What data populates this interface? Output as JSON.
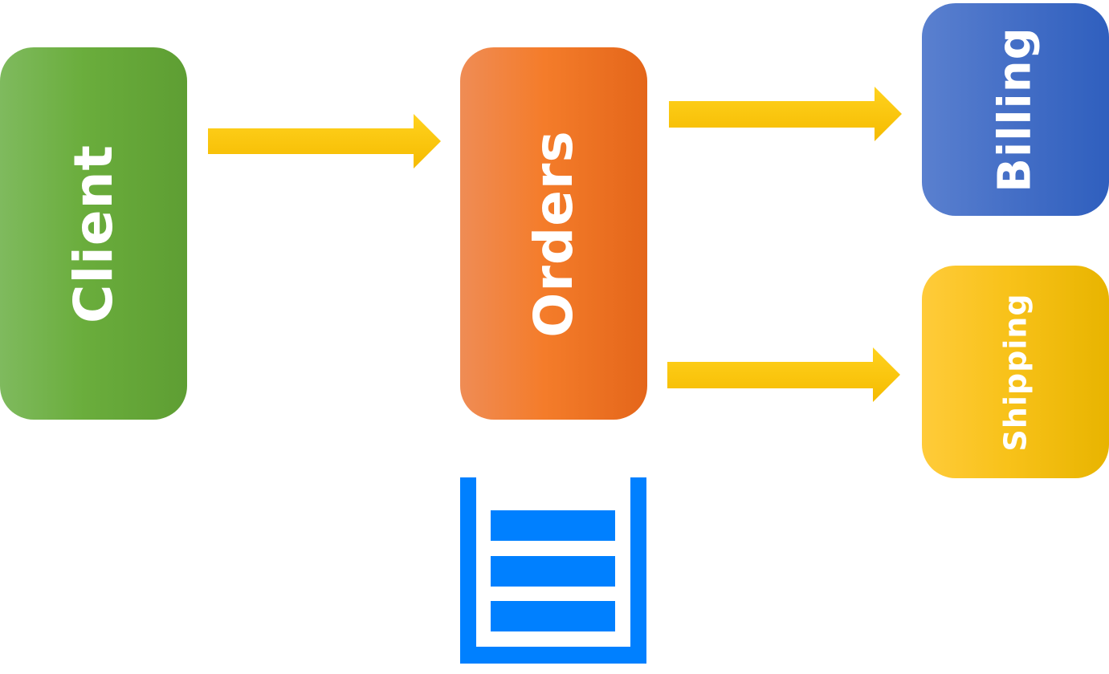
{
  "diagram": {
    "nodes": {
      "client": {
        "label": "Client",
        "color": "#6aad3c"
      },
      "orders": {
        "label": "Orders",
        "color": "#f47c2a"
      },
      "billing": {
        "label": "Billing",
        "color": "#4670c7"
      },
      "shipping": {
        "label": "Shipping",
        "color": "#f8c21a"
      }
    },
    "edges": [
      {
        "from": "Client",
        "to": "Orders"
      },
      {
        "from": "Orders",
        "to": "Billing"
      },
      {
        "from": "Orders",
        "to": "Shipping"
      }
    ],
    "arrow_color": "#fbc000",
    "queue_icon": {
      "icon": "queue-icon",
      "color": "#0080ff"
    }
  }
}
